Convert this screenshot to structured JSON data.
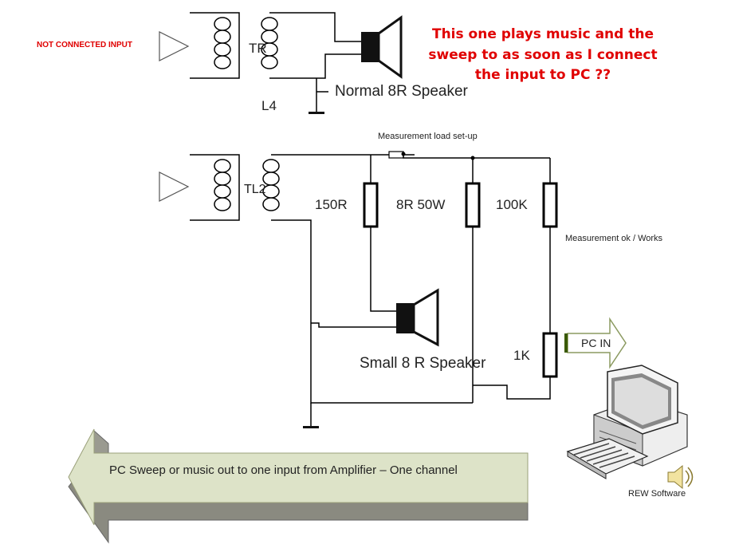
{
  "top_circuit": {
    "input_label": "NOT CONNECTED INPUT",
    "transformer_label": "TR",
    "inductor_label": "L4",
    "speaker_label": "Normal 8R Speaker"
  },
  "note": {
    "line1": "This one plays music and the",
    "line2": "sweep to as soon as I connect",
    "line3": "the input to PC ??",
    "color": "#e00000"
  },
  "bottom_circuit": {
    "setup_title": "Measurement load set-up",
    "transformer_label": "TL2",
    "resistor_150": "150R",
    "resistor_8r": "8R 50W",
    "resistor_100k": "100K",
    "resistor_1k": "1K",
    "measurement_status": "Measurement ok / Works",
    "speaker_label": "Small 8 R Speaker",
    "pc_in_label": "PC IN",
    "software_label": "REW Software"
  },
  "big_arrow": {
    "text": "PC Sweep or music out to one input from Amplifier – One channel",
    "fill": "#dde3c8",
    "shadow": "#8a8a80"
  },
  "icons": [
    "triangle-input-icon",
    "transformer-icon",
    "speaker-icon",
    "resistor-icon",
    "ground-icon",
    "computer-icon",
    "sound-icon",
    "arrow-icon"
  ]
}
